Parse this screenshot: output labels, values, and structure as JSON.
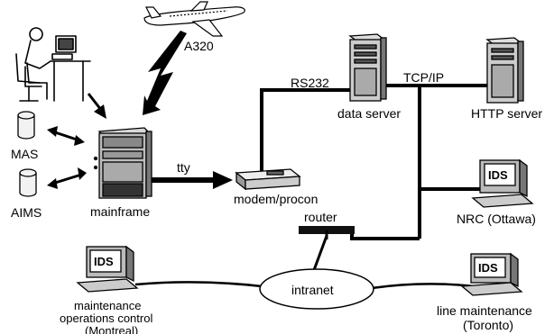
{
  "labels": {
    "a320": "A320",
    "mas": "MAS",
    "aims": "AIMS",
    "mainframe": "mainframe",
    "tty": "tty",
    "modem": "modem/procon",
    "rs232": "RS232",
    "data_server": "data server",
    "tcpip": "TCP/IP",
    "http_server": "HTTP server",
    "nrc_line1": "NRC (Ottawa)",
    "router": "router",
    "intranet": "intranet",
    "moc_line1": "maintenance",
    "moc_line2": "operations control",
    "moc_line3": "(Montreal)",
    "lm_line1": "line maintenance",
    "lm_line2": "(Toronto)",
    "ids_nrc": "IDS",
    "ids_moc": "IDS",
    "ids_lm": "IDS"
  }
}
